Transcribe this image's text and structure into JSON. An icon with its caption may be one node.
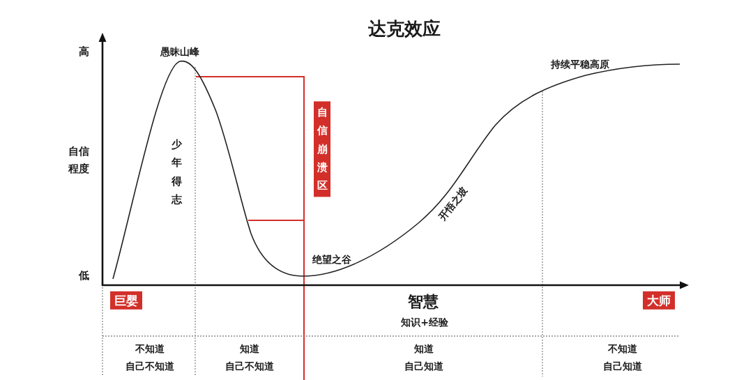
{
  "diagram": {
    "title": "达克效应",
    "nodes": [
      {
        "text": [
          "自信崩溃区"
        ]
      },
      {
        "text": [
          "巨婴"
        ]
      },
      {
        "text": [
          "大师"
        ]
      }
    ],
    "labels": [
      "高",
      "愚昧山峰",
      "持续平稳高原",
      "自信程度",
      "少年得志",
      "开悟之坡",
      "低",
      "绝望之谷",
      "智慧",
      "知识+经验",
      "不知道",
      "知道",
      "知道",
      "不知道",
      "自己不知道",
      "自己不知道",
      "自己知道",
      "自己知道"
    ]
  }
}
